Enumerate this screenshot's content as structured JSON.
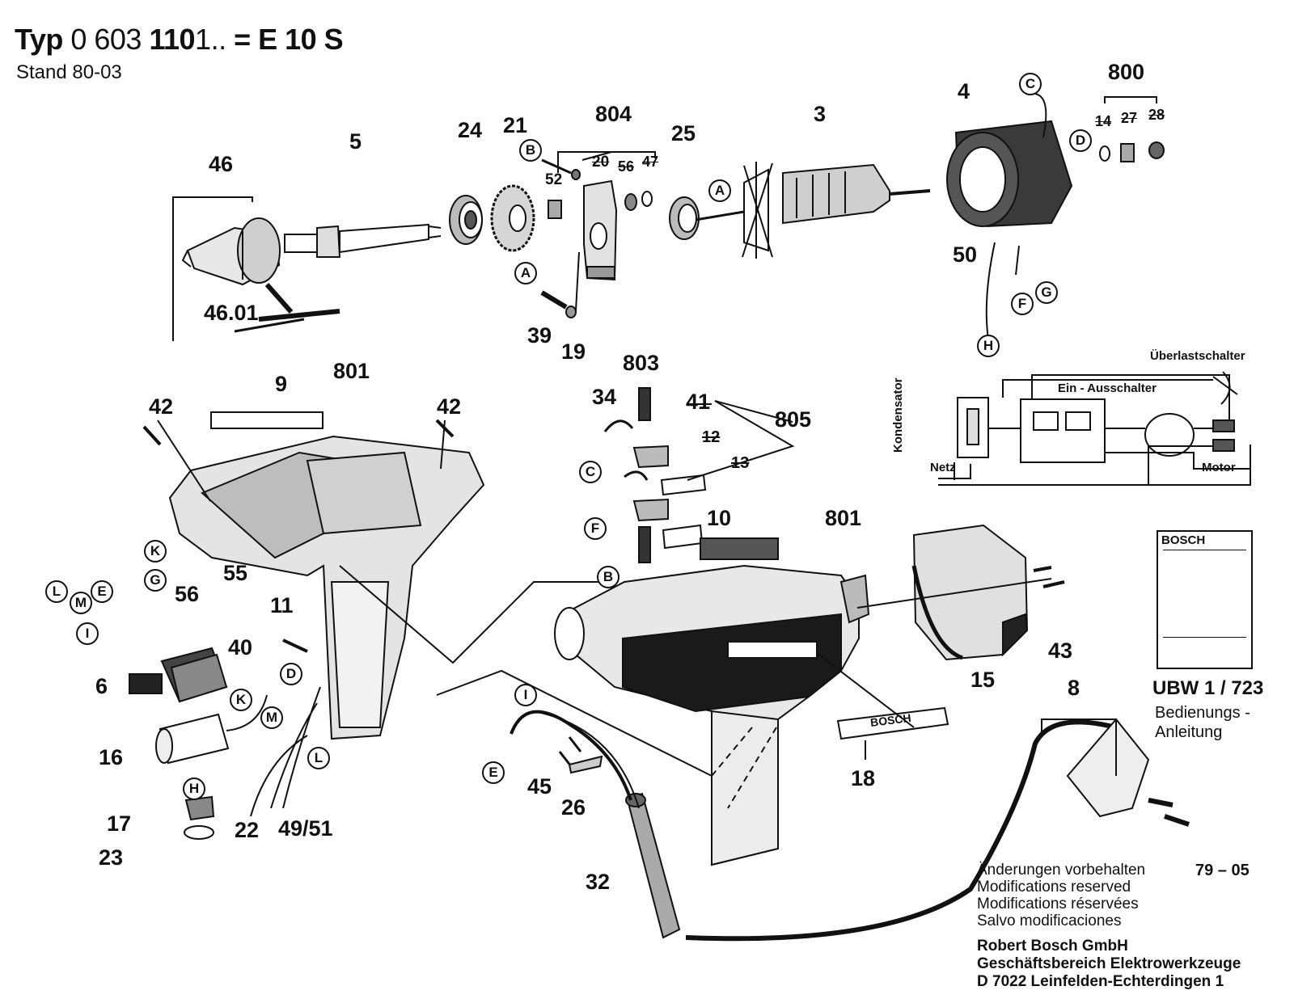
{
  "header": {
    "type_prefix": "Typ",
    "type_number_light": "0 603",
    "type_number_bold": "110",
    "type_suffix": "1..",
    "equals_model": "= E 10 S",
    "stand": "Stand 80-03"
  },
  "part_numbers": {
    "p46": "46",
    "p5": "5",
    "p24": "24",
    "p21": "21",
    "p804": "804",
    "p52": "52",
    "p20": "20",
    "p56s": "56",
    "p47": "47",
    "p25": "25",
    "p3": "3",
    "p4": "4",
    "p800": "800",
    "p14": "14",
    "p27": "27",
    "p28": "28",
    "p50": "50",
    "p4601": "46.01",
    "p39": "39",
    "p19": "19",
    "p9": "9",
    "p801a": "801",
    "p42a": "42",
    "p42b": "42",
    "p55": "55",
    "p11": "11",
    "p56": "56",
    "p40": "40",
    "p6": "6",
    "p16": "16",
    "p17": "17",
    "p23": "23",
    "p22": "22",
    "p4951": "49/51",
    "p803": "803",
    "p34": "34",
    "p41": "41",
    "p805": "805",
    "p12": "12",
    "p13": "13",
    "p10": "10",
    "p801b": "801",
    "p15": "15",
    "p43": "43",
    "p8": "8",
    "p18": "18",
    "p45": "45",
    "p26": "26",
    "p32": "32"
  },
  "wire_markers": {
    "A": "A",
    "B": "B",
    "C": "C",
    "D": "D",
    "E": "E",
    "F": "F",
    "G": "G",
    "H": "H",
    "I": "I",
    "K": "K",
    "L": "L",
    "M": "M"
  },
  "schematic": {
    "overload_switch": "Überlastschalter",
    "on_off_switch": "Ein - Ausschalter",
    "capacitor": "Kondensator",
    "mains": "Netz",
    "motor": "Motor"
  },
  "nameplate": "BOSCH",
  "manual": {
    "brand": "BOSCH",
    "code": "UBW 1 / 723",
    "desc_line1": "Bedienungs -",
    "desc_line2": "Anleitung"
  },
  "notes": {
    "de": "Änderungen vorbehalten",
    "en": "Modifications reserved",
    "fr": "Modifications réservées",
    "es": "Salvo modificaciones"
  },
  "doc_date": "79 – 05",
  "company": {
    "name": "Robert Bosch GmbH",
    "division": "Geschäftsbereich Elektrowerkzeuge",
    "address": "D 7022 Leinfelden-Echterdingen 1"
  }
}
